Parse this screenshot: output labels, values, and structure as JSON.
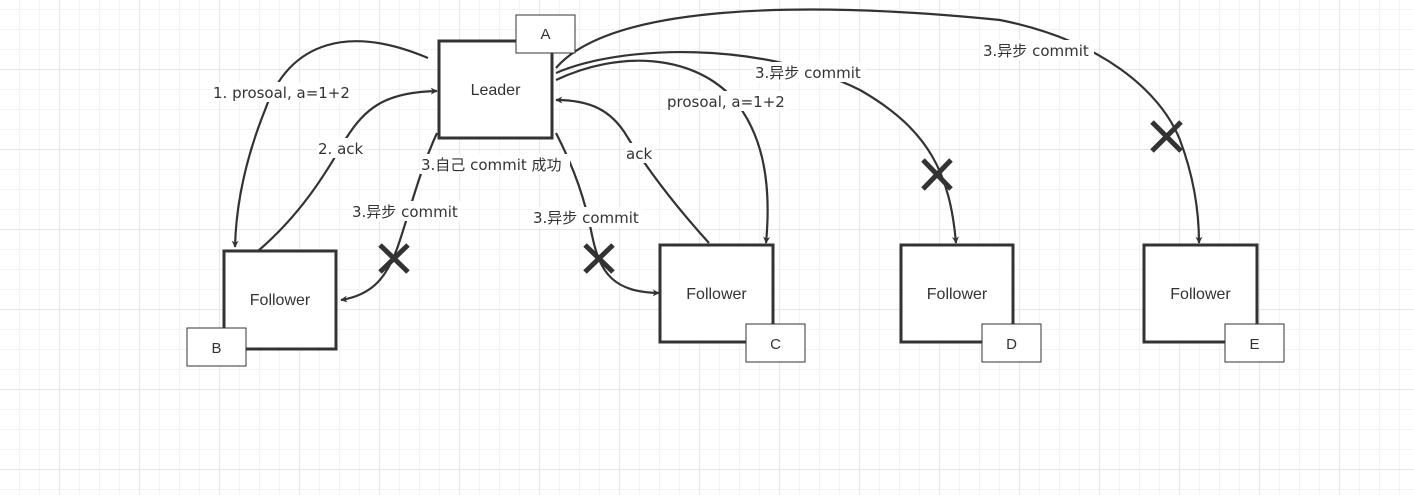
{
  "nodes": {
    "leader": {
      "label": "Leader",
      "tag": "A"
    },
    "follower_b": {
      "label": "Follower",
      "tag": "B"
    },
    "follower_c": {
      "label": "Follower",
      "tag": "C"
    },
    "follower_d": {
      "label": "Follower",
      "tag": "D"
    },
    "follower_e": {
      "label": "Follower",
      "tag": "E"
    }
  },
  "edges": {
    "proposal_b": "1. prosoal, a=1+2",
    "ack_b": "2. ack",
    "self_commit": "3.自己 commit 成功",
    "async_commit_b": "3.异步 commit",
    "async_commit_c": "3.异步 commit",
    "ack_c": "ack",
    "proposal_c": "prosoal, a=1+2",
    "async_commit_d": "3.异步 commit",
    "async_commit_e": "3.异步 commit"
  },
  "colors": {
    "stroke": "#333333",
    "grid": "#e6e6e6",
    "background": "#ffffff"
  }
}
